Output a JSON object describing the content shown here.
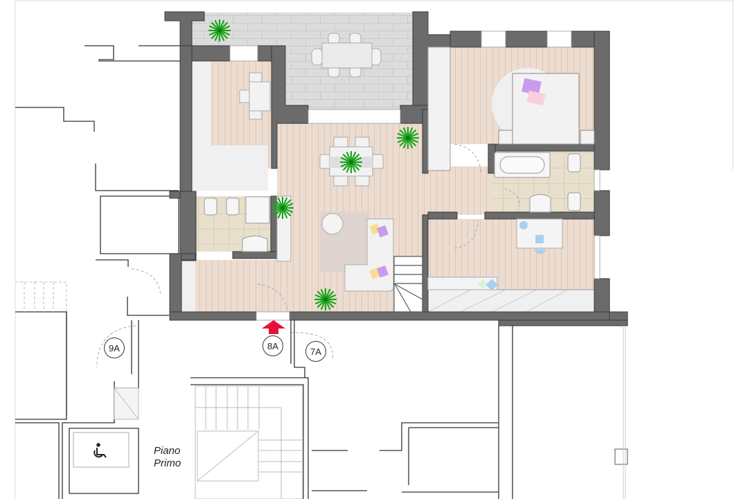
{
  "plan": {
    "type": "architectural floor plan",
    "floor_label": {
      "line1": "Piano",
      "line2": "Primo"
    },
    "unit_markers": [
      {
        "id": "9A",
        "label": "9A"
      },
      {
        "id": "8A",
        "label": "8A",
        "entrance_arrow": true
      },
      {
        "id": "7A",
        "label": "7A"
      }
    ],
    "colors": {
      "wall": "#6b6b6b",
      "wood_floor": "#eddcd0",
      "tile_floor": "#e8e0cc",
      "terrace": "#d9d9d9",
      "entrance_arrow": "#e8103a",
      "plant": "#1aa51a",
      "pillow_purple": "#c89af0",
      "pillow_pink": "#f8d0dc",
      "pillow_yellow": "#f8df90",
      "desk_blue": "#a8d0f0"
    },
    "rooms": [
      {
        "name": "terrace",
        "features": [
          "outdoor table",
          "6 chairs",
          "plant"
        ]
      },
      {
        "name": "kitchen",
        "features": [
          "counter",
          "small table",
          "2 chairs"
        ]
      },
      {
        "name": "living-dining",
        "features": [
          "dining table",
          "6 chairs",
          "sofa",
          "rug",
          "round coffee table",
          "plants"
        ]
      },
      {
        "name": "bathroom-1",
        "features": [
          "toilet",
          "bidet",
          "shower",
          "sink"
        ]
      },
      {
        "name": "master-bedroom",
        "features": [
          "double bed",
          "round rug",
          "wardrobe"
        ]
      },
      {
        "name": "bathroom-2",
        "features": [
          "bathtub",
          "toilet",
          "bidet",
          "sink"
        ]
      },
      {
        "name": "bedroom-2",
        "features": [
          "desk",
          "chair",
          "bed",
          "wardrobe"
        ]
      },
      {
        "name": "staircase",
        "features": [
          "internal stairs"
        ]
      },
      {
        "name": "common-stairwell",
        "features": [
          "stairs"
        ]
      },
      {
        "name": "elevator",
        "features": [
          "accessible elevator"
        ]
      }
    ],
    "icons": [
      "wheelchair-accessibility-icon",
      "entrance-arrow-icon"
    ]
  }
}
